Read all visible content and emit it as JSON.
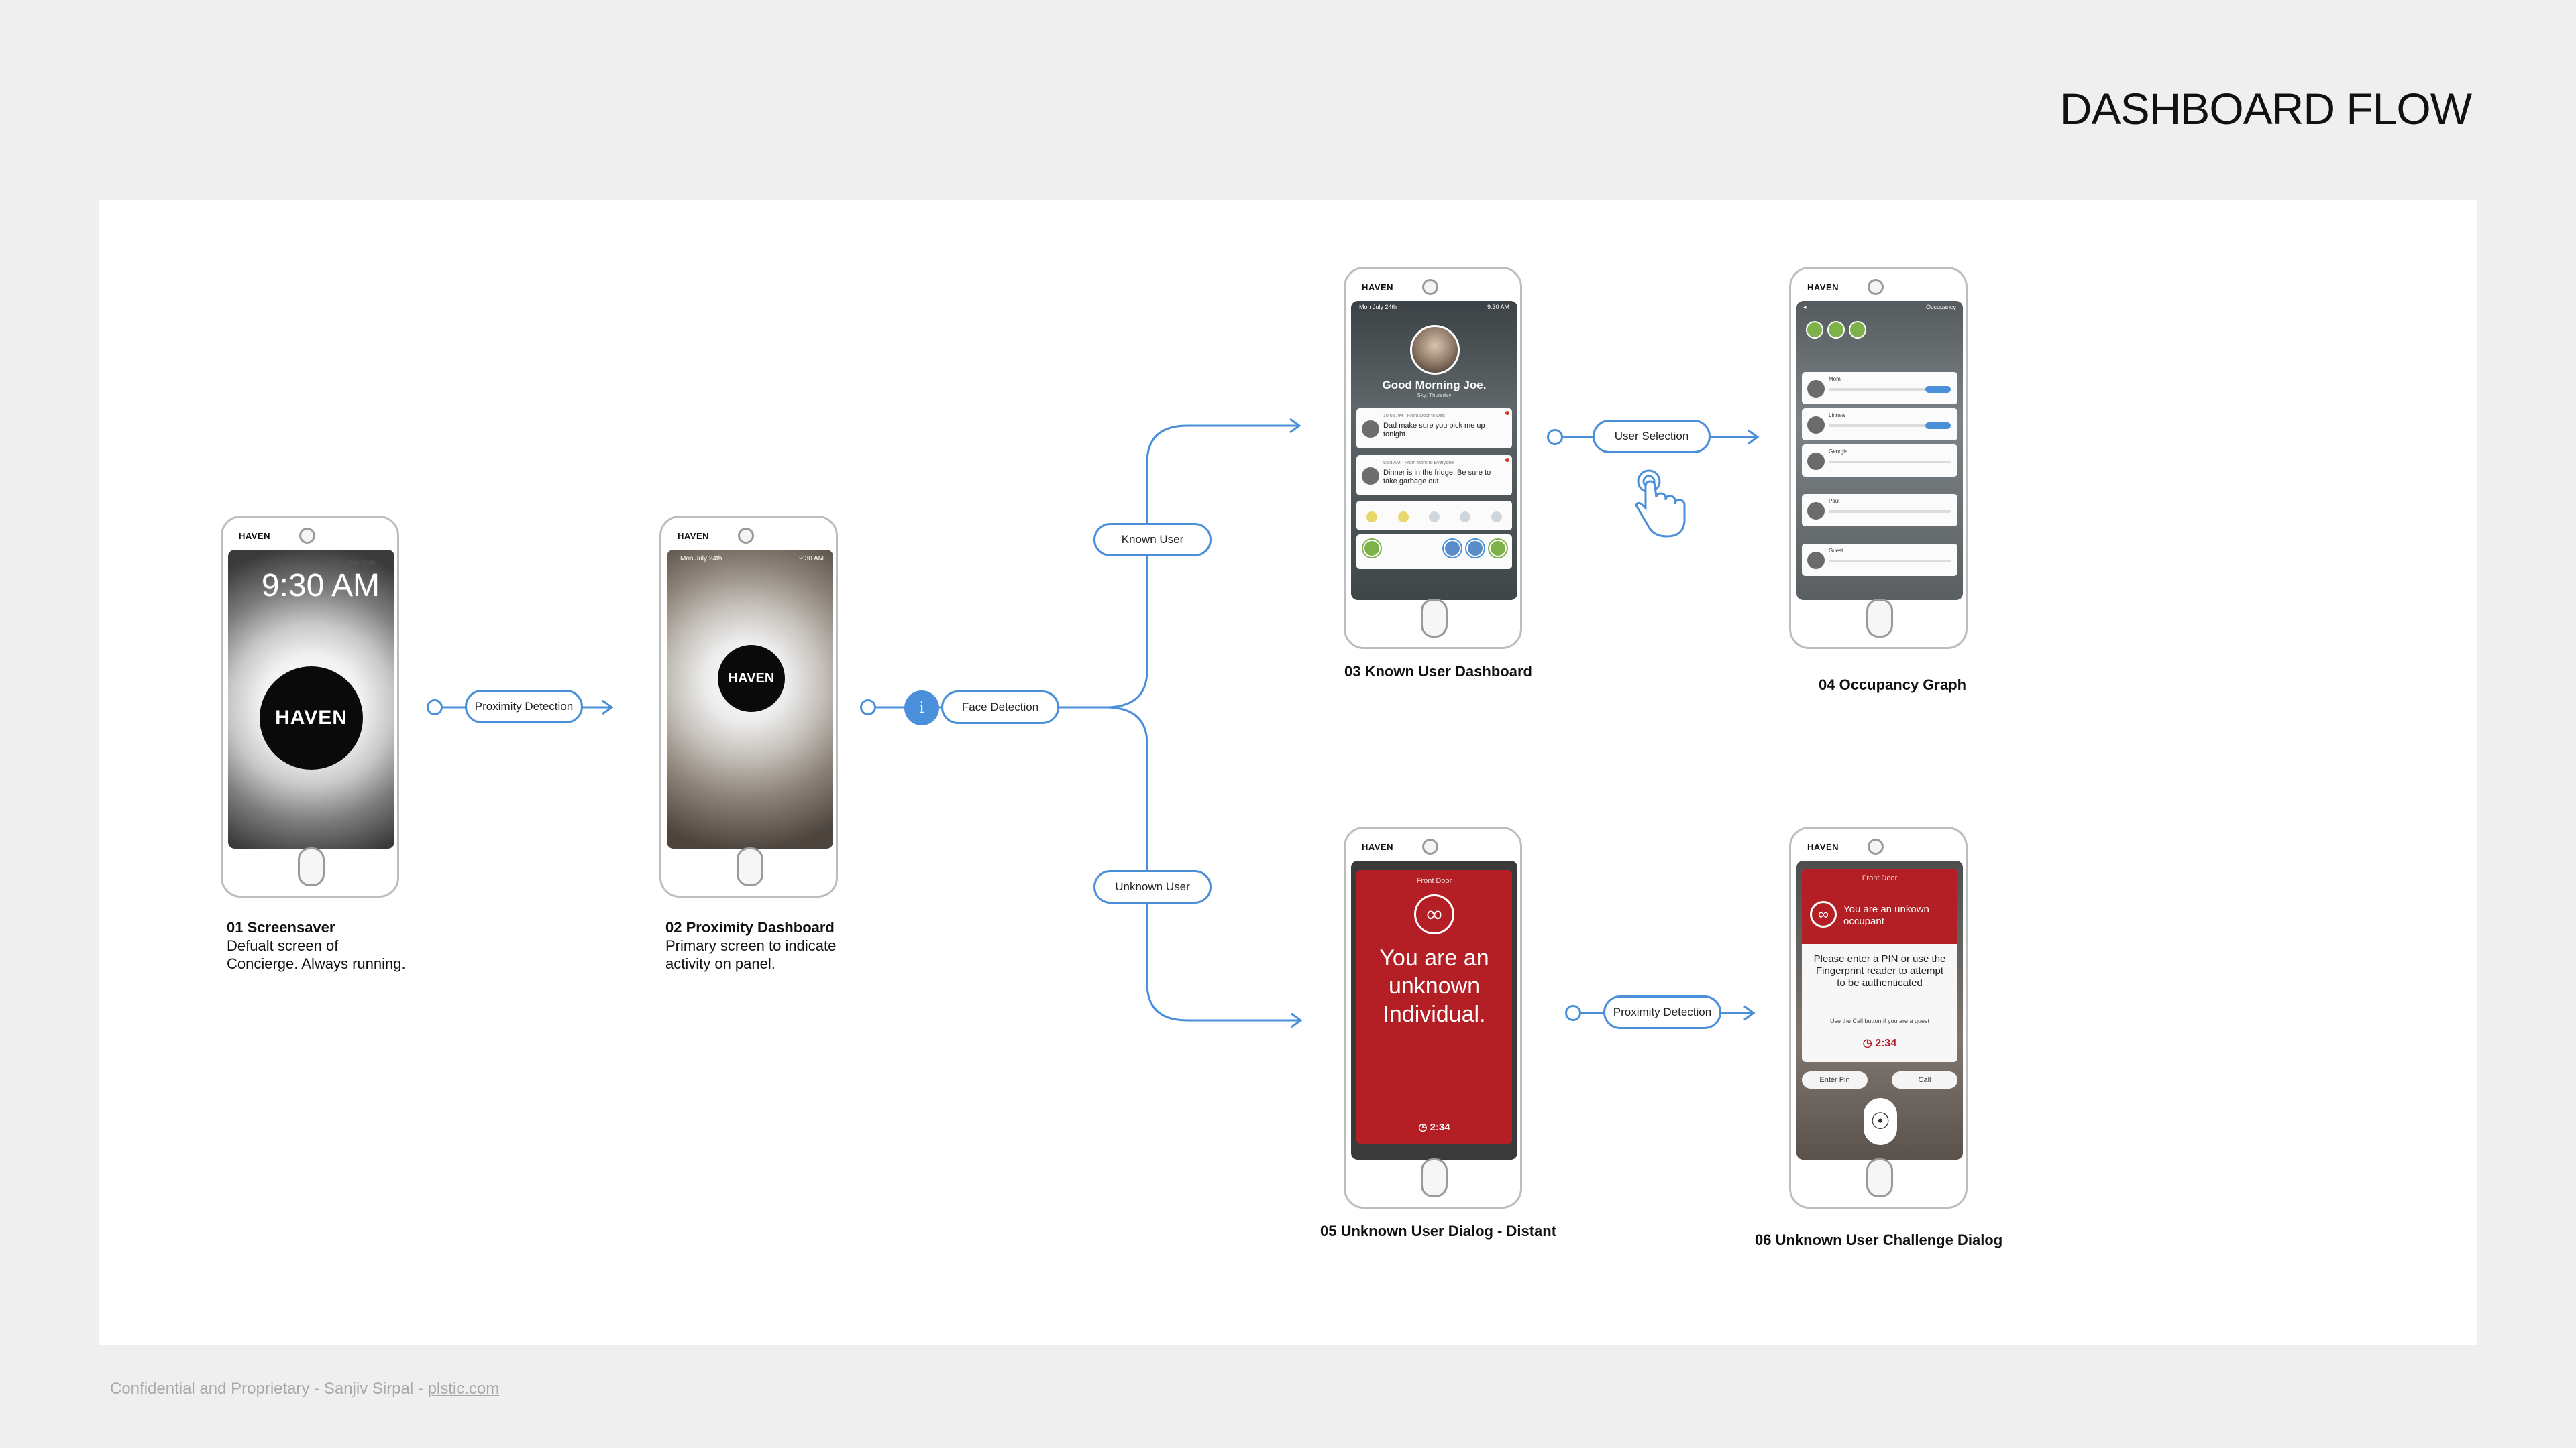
{
  "title": "DASHBOARD FLOW",
  "footer": {
    "text": "Confidential and Proprietary - Sanjiv Sirpal - ",
    "link": "plstic.com"
  },
  "colors": {
    "accent": "#4a8fd9",
    "alert_red": "#b31f24",
    "background": "#efefef",
    "canvas": "#ffffff"
  },
  "connectors": {
    "proximity_1": "Proximity Detection",
    "info_icon": "i",
    "face_detection": "Face Detection",
    "known_user": "Known User",
    "unknown_user": "Unknown User",
    "user_selection": "User Selection",
    "proximity_2": "Proximity Detection"
  },
  "screens": {
    "s01": {
      "caption_title": "01 Screensaver",
      "caption_line1": "Defualt screen of",
      "caption_line2": "Concierge. Always running.",
      "brand": "HAVEN",
      "date": "Mon July 24th",
      "time": "9:30 AM",
      "logo": "HAVEN"
    },
    "s02": {
      "caption_title": "02 Proximity Dashboard",
      "caption_line1": "Primary screen to indicate",
      "caption_line2": "activity on panel.",
      "brand": "HAVEN",
      "date": "Mon July 24th",
      "time": "9:30 AM",
      "logo": "HAVEN"
    },
    "s03": {
      "caption_title": "03 Known User Dashboard",
      "brand": "HAVEN",
      "date": "Mon July 24th",
      "time": "9:30 AM",
      "greeting": "Good Morning Joe.",
      "weather": "Sky: Thursday",
      "msg1_head": "10:02 AM · Front Door to Dad",
      "msg1_text": "Dad make sure you pick me up tonight.",
      "msg2_head": "8:58 AM · From Mom to Everyone",
      "msg2_text": "Dinner is in the fridge. Be sure to take garbage out."
    },
    "s04": {
      "caption_title": "04 Occupancy Graph",
      "brand": "HAVEN",
      "header": "Occupancy",
      "row1": "Mom",
      "row2": "Linnea",
      "row3": "Georgia",
      "row4": "Paul",
      "row5": "Guest"
    },
    "s05": {
      "caption_title": "05 Unknown User Dialog - Distant",
      "brand": "HAVEN",
      "location": "Front Door",
      "mask_icon": "∞",
      "message": "You are an unknown Individual.",
      "timer": "◷ 2:34"
    },
    "s06": {
      "caption_title": "06 Unknown User Challenge Dialog",
      "brand": "HAVEN",
      "location": "Front Door",
      "mask_icon": "∞",
      "title": "You are an unkown occupant",
      "body": "Please enter a PIN or use the Fingerprint reader to attempt to be authenticated",
      "small": "Use the Call button if you are a guest",
      "timer": "◷ 2:34",
      "btn_pin": "Enter Pin",
      "btn_call": "Call",
      "fingerprint_icon": "☉"
    }
  }
}
